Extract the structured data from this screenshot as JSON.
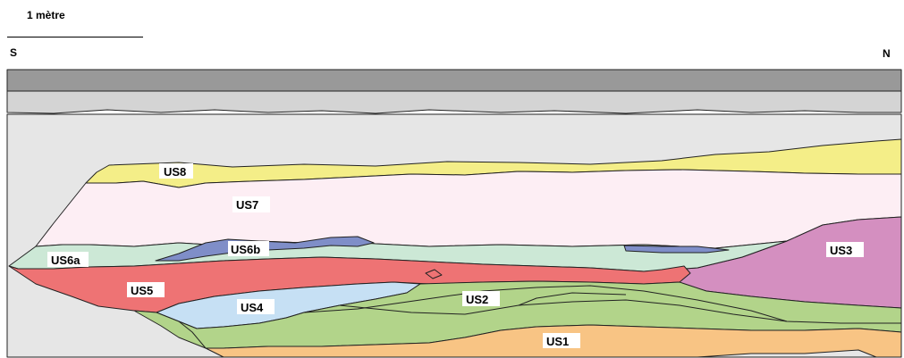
{
  "scale": {
    "label": "1 mètre"
  },
  "directions": {
    "south": "S",
    "north": "N"
  },
  "units": [
    {
      "id": "us1",
      "label": "US1",
      "color": "#f8c484"
    },
    {
      "id": "us2",
      "label": "US2",
      "color": "#b2d48a"
    },
    {
      "id": "us3",
      "label": "US3",
      "color": "#d48fc0"
    },
    {
      "id": "us4",
      "label": "US4",
      "color": "#c6e0f4"
    },
    {
      "id": "us5",
      "label": "US5",
      "color": "#ee7374"
    },
    {
      "id": "us6a",
      "label": "US6a",
      "color": "#cce8d6"
    },
    {
      "id": "us6b",
      "label": "US6b",
      "color": "#7f8ec8"
    },
    {
      "id": "us7",
      "label": "US7",
      "color": "#fdeef4"
    },
    {
      "id": "us8",
      "label": "US8",
      "color": "#f4ee88"
    }
  ],
  "surface_layers": {
    "top_color": "#999999",
    "upper_color": "#d4d4d4",
    "fill_color": "#e6e6e6"
  }
}
